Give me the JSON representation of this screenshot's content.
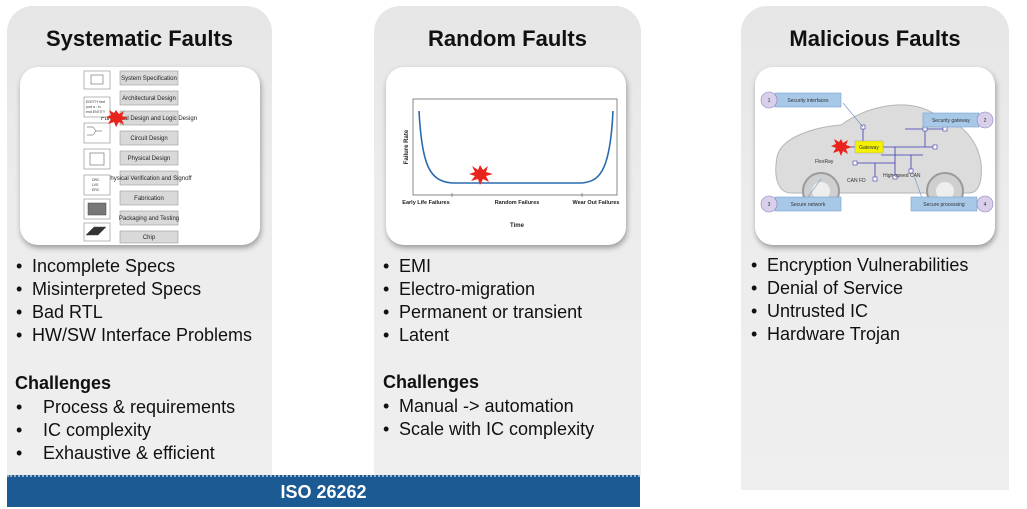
{
  "columns": [
    {
      "title": "Systematic Faults",
      "bullets": [
        "Incomplete Specs",
        "Misinterpreted Specs",
        "Bad RTL",
        "HW/SW Interface Problems"
      ],
      "challenges_title": "Challenges",
      "challenges": [
        "Process & requirements",
        "IC complexity",
        "Exhaustive & efficient"
      ],
      "flow_steps": [
        "System Specification",
        "Architectural Design",
        "Functional Design and Logic Design",
        "Circuit Design",
        "Physical Design",
        "Physical Verification and Signoff",
        "Fabrication",
        "Packaging and Testing",
        "Chip"
      ],
      "flow_side_labels": [
        "ENTITY test",
        "port a : in",
        "end ENTITY",
        "DRC",
        "LVS",
        "ERC"
      ]
    },
    {
      "title": "Random Faults",
      "bullets": [
        "EMI",
        "Electro-migration",
        "Permanent or transient",
        "Latent"
      ],
      "challenges_title": "Challenges",
      "challenges": [
        "Manual -> automation",
        "Scale with IC complexity"
      ],
      "chart": {
        "ylabel": "Failure Rate",
        "xlabel": "Time",
        "regions": [
          "Early Life Failures",
          "Random Failures",
          "Wear Out Failures"
        ]
      }
    },
    {
      "title": "Malicious Faults",
      "bullets": [
        "Encryption Vulnerabilities",
        "Denial of Service",
        "Untrusted IC",
        "Hardware Trojan"
      ],
      "car_labels": {
        "box1": "Security interfaces",
        "box2": "Security gateway",
        "box3": "Secure network",
        "box4": "Secure processing",
        "num1": "1",
        "num2": "2",
        "num3": "3",
        "num4": "4",
        "gateway": "Gateway",
        "flexray": "FlexRay",
        "canfd": "CAN FD",
        "highspeed": "High-speed CAN"
      }
    }
  ],
  "footer": "ISO 26262",
  "colors": {
    "panel": "#e8e8e8",
    "footer": "#1b5a92",
    "burst": "#e8241c",
    "box": "#a8c8e8"
  }
}
